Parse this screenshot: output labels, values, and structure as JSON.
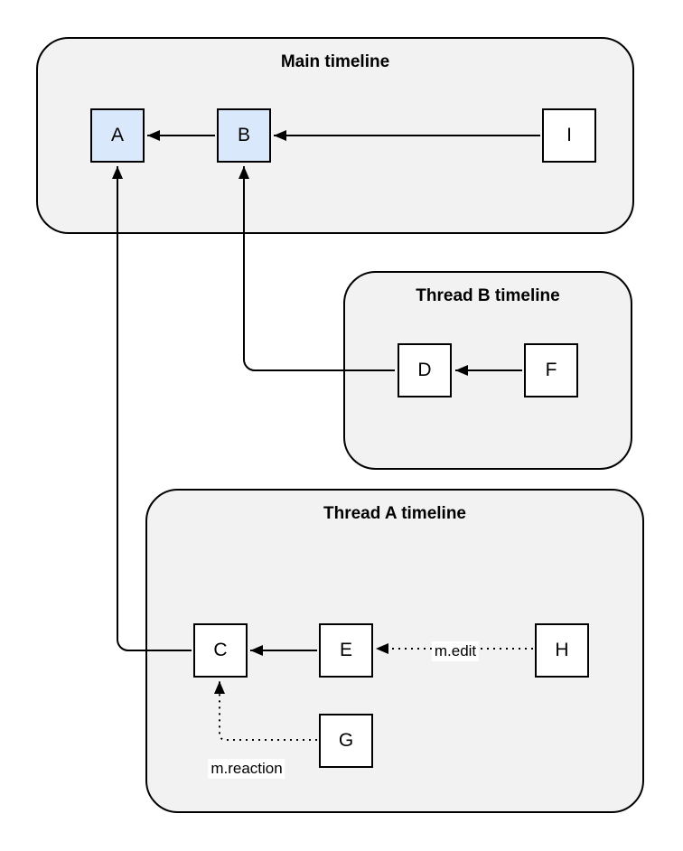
{
  "diagram": {
    "type": "event-graph",
    "colors": {
      "container_fill": "#f2f2f2",
      "container_stroke": "#000000",
      "node_fill": "#ffffff",
      "node_fill_highlight": "#dae8fc",
      "node_stroke": "#000000",
      "arrow": "#000000",
      "label_background": "#ffffff"
    },
    "containers": {
      "main": {
        "title": "Main timeline"
      },
      "thread_b": {
        "title": "Thread B timeline"
      },
      "thread_a": {
        "title": "Thread A timeline"
      }
    },
    "nodes": {
      "A": {
        "label": "A",
        "highlighted": true,
        "container": "main"
      },
      "B": {
        "label": "B",
        "highlighted": true,
        "container": "main"
      },
      "I": {
        "label": "I",
        "highlighted": false,
        "container": "main"
      },
      "D": {
        "label": "D",
        "highlighted": false,
        "container": "thread_b"
      },
      "F": {
        "label": "F",
        "highlighted": false,
        "container": "thread_b"
      },
      "C": {
        "label": "C",
        "highlighted": false,
        "container": "thread_a"
      },
      "E": {
        "label": "E",
        "highlighted": false,
        "container": "thread_a"
      },
      "H": {
        "label": "H",
        "highlighted": false,
        "container": "thread_a"
      },
      "G": {
        "label": "G",
        "highlighted": false,
        "container": "thread_a"
      }
    },
    "edges": [
      {
        "from": "B",
        "to": "A",
        "style": "solid",
        "label": ""
      },
      {
        "from": "I",
        "to": "B",
        "style": "solid",
        "label": ""
      },
      {
        "from": "F",
        "to": "D",
        "style": "solid",
        "label": ""
      },
      {
        "from": "D",
        "to": "B",
        "style": "solid",
        "label": ""
      },
      {
        "from": "E",
        "to": "C",
        "style": "solid",
        "label": ""
      },
      {
        "from": "C",
        "to": "A",
        "style": "solid",
        "label": ""
      },
      {
        "from": "H",
        "to": "E",
        "style": "dotted",
        "label": "m.edit"
      },
      {
        "from": "G",
        "to": "C",
        "style": "dotted",
        "label": "m.reaction"
      }
    ],
    "edge_labels": {
      "edit": "m.edit",
      "reaction": "m.reaction"
    }
  }
}
